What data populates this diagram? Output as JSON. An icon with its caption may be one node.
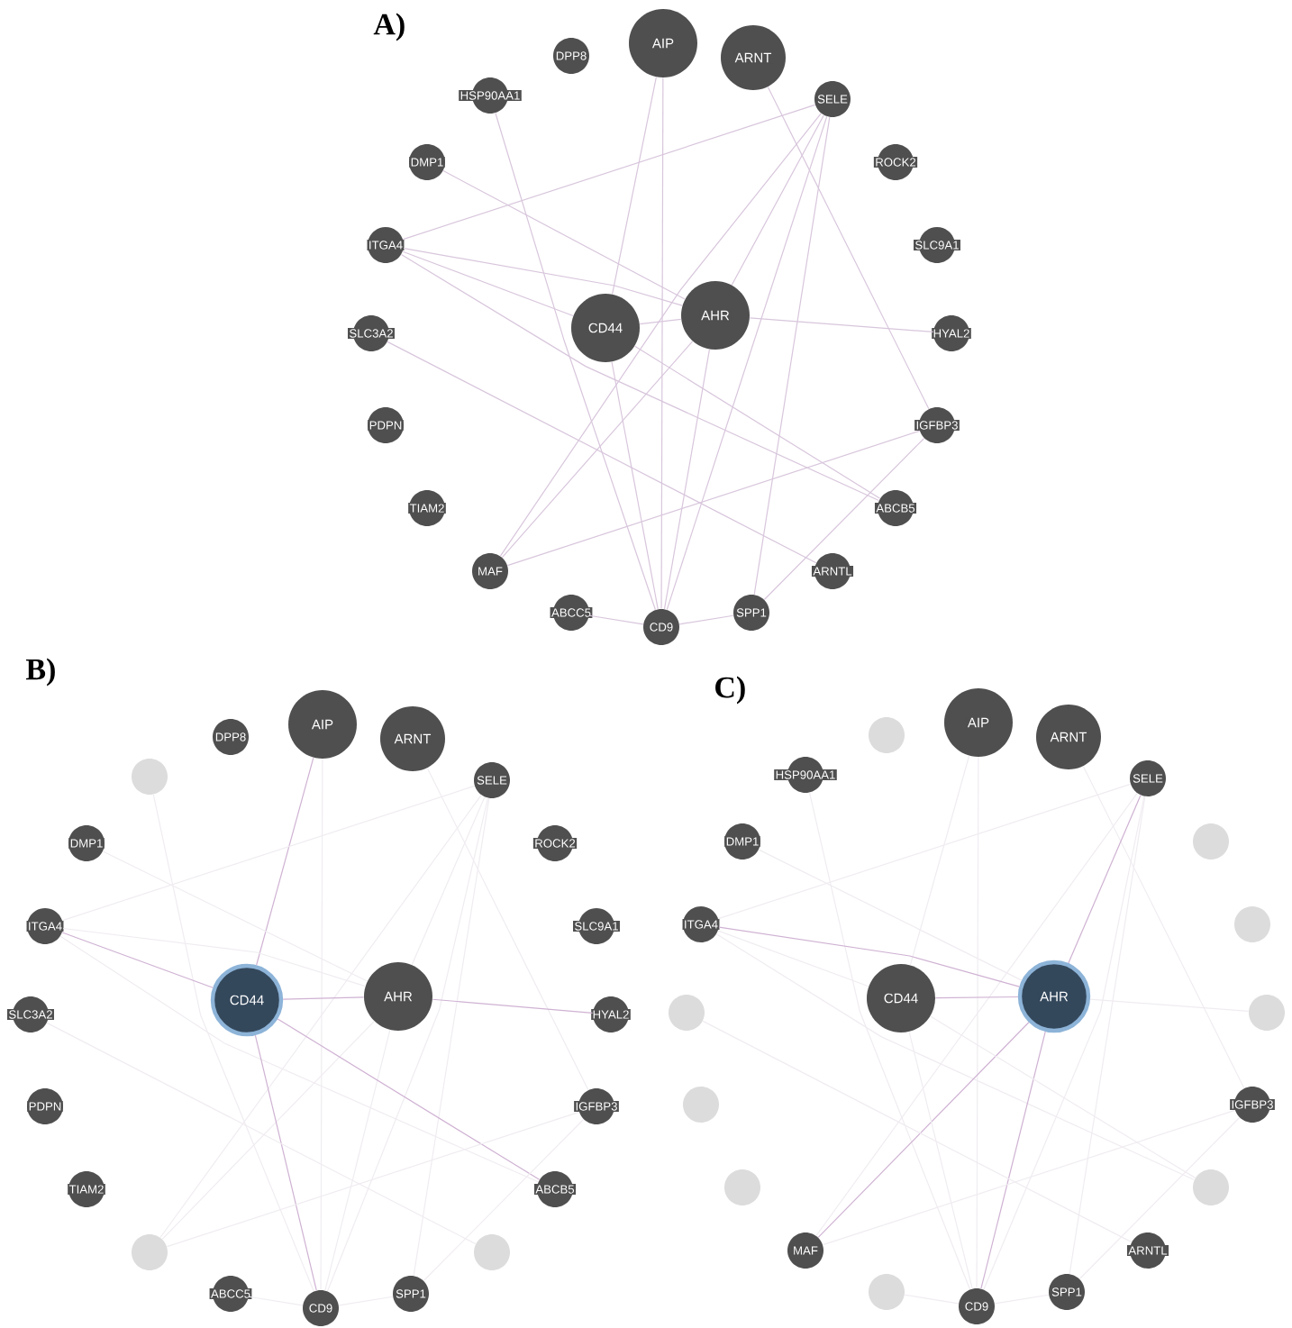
{
  "diagram": {
    "nodes": [
      {
        "text": [
          "AIP"
        ]
      },
      {
        "text": [
          "ARNT"
        ]
      },
      {
        "text": [
          "SELE"
        ]
      },
      {
        "text": [
          "ROCK2"
        ]
      },
      {
        "text": [
          "SLC9A1"
        ]
      },
      {
        "text": [
          "HYAL2"
        ]
      },
      {
        "text": [
          "IGFBP3"
        ]
      },
      {
        "text": [
          "ABCB5"
        ]
      },
      {
        "text": [
          "ARNTL"
        ]
      },
      {
        "text": [
          "SPP1"
        ]
      },
      {
        "text": [
          "CD9"
        ]
      },
      {
        "text": [
          "ABCC5"
        ]
      },
      {
        "text": [
          "MAF"
        ]
      },
      {
        "text": [
          "TIAM2"
        ]
      },
      {
        "text": [
          "PDPN"
        ]
      },
      {
        "text": [
          "SLC3A2"
        ]
      },
      {
        "text": [
          "ITGA4"
        ]
      },
      {
        "text": [
          "DMP1"
        ]
      },
      {
        "text": [
          "HSP90AA1"
        ]
      },
      {
        "text": [
          "DPP8"
        ]
      },
      {
        "text": [
          "CD44"
        ]
      },
      {
        "text": [
          "AHR"
        ]
      },
      {
        "text": [
          "AIP"
        ]
      },
      {
        "text": [
          "ARNT"
        ]
      },
      {
        "text": [
          "SELE"
        ]
      },
      {
        "text": [
          "ROCK2"
        ]
      },
      {
        "text": [
          "SLC9A1"
        ]
      },
      {
        "text": [
          "HYAL2"
        ]
      },
      {
        "text": [
          "IGFBP3"
        ]
      },
      {
        "text": [
          "ABCB5"
        ]
      },
      {
        "text": [],
        "shape": "circle"
      },
      {
        "text": [
          "SPP1"
        ]
      },
      {
        "text": [
          "CD9"
        ]
      },
      {
        "text": [
          "ABCC5"
        ]
      },
      {
        "text": [],
        "shape": "circle"
      },
      {
        "text": [
          "TIAM2"
        ]
      },
      {
        "text": [
          "PDPN"
        ]
      },
      {
        "text": [
          "SLC3A2"
        ]
      },
      {
        "text": [
          "ITGA4"
        ]
      },
      {
        "text": [
          "DMP1"
        ]
      },
      {
        "text": [],
        "shape": "circle"
      },
      {
        "text": [
          "DPP8"
        ]
      },
      {
        "text": [
          "CD44"
        ]
      },
      {
        "text": [
          "AHR"
        ]
      },
      {
        "text": [
          "AIP"
        ]
      },
      {
        "text": [
          "ARNT"
        ]
      },
      {
        "text": [
          "SELE"
        ]
      },
      {
        "text": [],
        "shape": "circle"
      },
      {
        "text": [],
        "shape": "circle"
      },
      {
        "text": [],
        "shape": "circle"
      },
      {
        "text": [
          "IGFBP3"
        ]
      },
      {
        "text": [],
        "shape": "circle"
      },
      {
        "text": [
          "ARNTL"
        ]
      },
      {
        "text": [
          "SPP1"
        ]
      },
      {
        "text": [
          "CD9"
        ]
      },
      {
        "text": [],
        "shape": "circle"
      },
      {
        "text": [
          "MAF"
        ]
      },
      {
        "text": [],
        "shape": "circle"
      },
      {
        "text": [],
        "shape": "circle"
      },
      {
        "text": [],
        "shape": "circle"
      },
      {
        "text": [
          "ITGA4"
        ]
      },
      {
        "text": [
          "DMP1"
        ]
      },
      {
        "text": [
          "HSP90AA1"
        ]
      },
      {
        "text": [],
        "shape": "circle"
      },
      {
        "text": [
          "CD44"
        ]
      },
      {
        "text": [
          "AHR"
        ]
      }
    ],
    "edges": [
      {
        "from": 0,
        "to": 20,
        "arrow": "none"
      },
      {
        "from": 0,
        "to": 10,
        "arrow": "none"
      },
      {
        "from": 1,
        "to": 6,
        "arrow": "none"
      },
      {
        "from": 2,
        "to": 16,
        "arrow": "none"
      },
      {
        "from": 2,
        "to": 12,
        "arrow": "none"
      },
      {
        "from": 2,
        "to": 21,
        "arrow": "none"
      },
      {
        "from": 2,
        "to": 10,
        "arrow": "none"
      },
      {
        "from": 2,
        "to": 9,
        "arrow": "none"
      },
      {
        "from": 18,
        "to": 10,
        "arrow": "none"
      },
      {
        "from": 17,
        "to": 21,
        "arrow": "none"
      },
      {
        "from": 16,
        "to": 21,
        "arrow": "none"
      },
      {
        "from": 16,
        "to": 20,
        "arrow": "none"
      },
      {
        "from": 16,
        "to": 7,
        "arrow": "none"
      },
      {
        "from": 20,
        "to": 21,
        "arrow": "none"
      },
      {
        "from": 21,
        "to": 5,
        "arrow": "none"
      },
      {
        "from": 21,
        "to": 12,
        "arrow": "none"
      },
      {
        "from": 21,
        "to": 10,
        "arrow": "none"
      },
      {
        "from": 20,
        "to": 10,
        "arrow": "none"
      },
      {
        "from": 20,
        "to": 7,
        "arrow": "none"
      },
      {
        "from": 15,
        "to": 8,
        "arrow": "none"
      },
      {
        "from": 12,
        "to": 6,
        "arrow": "none"
      },
      {
        "from": 6,
        "to": 9,
        "arrow": "none"
      },
      {
        "from": 11,
        "to": 10,
        "arrow": "none"
      },
      {
        "from": 10,
        "to": 9,
        "arrow": "none"
      },
      {
        "from": 22,
        "to": 42,
        "arrow": "none",
        "color": "#cfb2d3"
      },
      {
        "from": 22,
        "to": 32,
        "arrow": "none",
        "color": "#f0ecf1"
      },
      {
        "from": 23,
        "to": 28,
        "arrow": "none",
        "color": "#f0ecf1"
      },
      {
        "from": 24,
        "to": 38,
        "arrow": "none",
        "color": "#f0ecf1"
      },
      {
        "from": 24,
        "to": 34,
        "arrow": "none",
        "color": "#f0ecf1"
      },
      {
        "from": 24,
        "to": 43,
        "arrow": "none",
        "color": "#f0ecf1"
      },
      {
        "from": 24,
        "to": 32,
        "arrow": "none",
        "color": "#f0ecf1"
      },
      {
        "from": 24,
        "to": 31,
        "arrow": "none",
        "color": "#f0ecf1"
      },
      {
        "from": 40,
        "to": 32,
        "arrow": "none",
        "color": "#f0ecf1"
      },
      {
        "from": 39,
        "to": 43,
        "arrow": "none",
        "color": "#f0ecf1"
      },
      {
        "from": 38,
        "to": 43,
        "arrow": "none",
        "color": "#f0ecf1"
      },
      {
        "from": 38,
        "to": 42,
        "arrow": "none",
        "color": "#cfb2d3"
      },
      {
        "from": 38,
        "to": 29,
        "arrow": "none",
        "color": "#f0ecf1"
      },
      {
        "from": 42,
        "to": 43,
        "arrow": "none",
        "color": "#cfb2d3"
      },
      {
        "from": 43,
        "to": 27,
        "arrow": "none",
        "color": "#cfb2d3"
      },
      {
        "from": 43,
        "to": 34,
        "arrow": "none",
        "color": "#f0ecf1"
      },
      {
        "from": 43,
        "to": 32,
        "arrow": "none",
        "color": "#f0ecf1"
      },
      {
        "from": 42,
        "to": 32,
        "arrow": "none",
        "color": "#cfb2d3"
      },
      {
        "from": 42,
        "to": 29,
        "arrow": "none",
        "color": "#cfb2d3"
      },
      {
        "from": 37,
        "to": 30,
        "arrow": "none",
        "color": "#f0ecf1"
      },
      {
        "from": 34,
        "to": 28,
        "arrow": "none",
        "color": "#f0ecf1"
      },
      {
        "from": 28,
        "to": 31,
        "arrow": "none",
        "color": "#f0ecf1"
      },
      {
        "from": 33,
        "to": 32,
        "arrow": "none",
        "color": "#f0ecf1"
      },
      {
        "from": 32,
        "to": 31,
        "arrow": "none",
        "color": "#f0ecf1"
      },
      {
        "from": 44,
        "to": 64,
        "arrow": "none",
        "color": "#f0ecf1"
      },
      {
        "from": 44,
        "to": 54,
        "arrow": "none",
        "color": "#f0ecf1"
      },
      {
        "from": 45,
        "to": 50,
        "arrow": "none",
        "color": "#f0ecf1"
      },
      {
        "from": 46,
        "to": 60,
        "arrow": "none",
        "color": "#f0ecf1"
      },
      {
        "from": 46,
        "to": 56,
        "arrow": "none",
        "color": "#f0ecf1"
      },
      {
        "from": 46,
        "to": 65,
        "arrow": "none",
        "color": "#cfb2d3"
      },
      {
        "from": 46,
        "to": 54,
        "arrow": "none",
        "color": "#f0ecf1"
      },
      {
        "from": 46,
        "to": 53,
        "arrow": "none",
        "color": "#f0ecf1"
      },
      {
        "from": 62,
        "to": 54,
        "arrow": "none",
        "color": "#f0ecf1"
      },
      {
        "from": 61,
        "to": 65,
        "arrow": "none",
        "color": "#f0ecf1"
      },
      {
        "from": 60,
        "to": 65,
        "arrow": "none",
        "color": "#cfb2d3"
      },
      {
        "from": 60,
        "to": 64,
        "arrow": "none",
        "color": "#f0ecf1"
      },
      {
        "from": 60,
        "to": 51,
        "arrow": "none",
        "color": "#f0ecf1"
      },
      {
        "from": 64,
        "to": 65,
        "arrow": "none",
        "color": "#cfb2d3"
      },
      {
        "from": 65,
        "to": 49,
        "arrow": "none",
        "color": "#f0ecf1"
      },
      {
        "from": 65,
        "to": 56,
        "arrow": "none",
        "color": "#cfb2d3"
      },
      {
        "from": 65,
        "to": 54,
        "arrow": "none",
        "color": "#cfb2d3"
      },
      {
        "from": 64,
        "to": 54,
        "arrow": "none",
        "color": "#f0ecf1"
      },
      {
        "from": 64,
        "to": 51,
        "arrow": "none",
        "color": "#f0ecf1"
      },
      {
        "from": 59,
        "to": 52,
        "arrow": "none",
        "color": "#f0ecf1"
      },
      {
        "from": 56,
        "to": 50,
        "arrow": "none",
        "color": "#f0ecf1"
      },
      {
        "from": 50,
        "to": 53,
        "arrow": "none",
        "color": "#f0ecf1"
      },
      {
        "from": 55,
        "to": 54,
        "arrow": "none",
        "color": "#f0ecf1"
      },
      {
        "from": 54,
        "to": 53,
        "arrow": "none",
        "color": "#f0ecf1"
      }
    ],
    "labels": [
      "A)",
      "B)",
      "C)"
    ]
  }
}
